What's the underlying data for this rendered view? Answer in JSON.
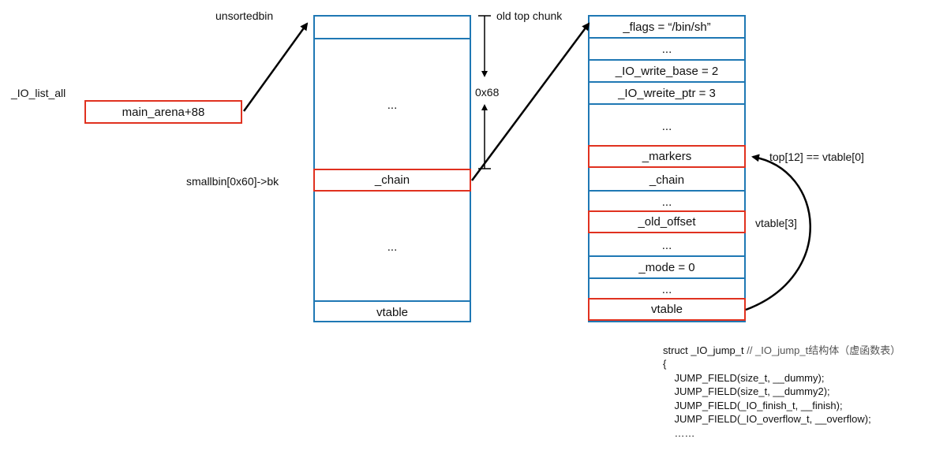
{
  "labels": {
    "unsortedbin": "unsortedbin",
    "io_list_all": "_IO_list_all",
    "smallbin": "smallbin[0x60]->bk",
    "old_top_chunk": "old top chunk",
    "size_0x68": "0x68",
    "top_vtable": "top[12] == vtable[0]",
    "vtable3": "vtable[3]"
  },
  "list_all_box": {
    "label": "main_arena+88"
  },
  "chunk": {
    "top_cell": "",
    "middle_dots": "...",
    "chain": "_chain",
    "lower_dots": "...",
    "vtable": "vtable"
  },
  "file_struct": {
    "rows": [
      {
        "label": "_flags = “/bin/sh”",
        "highlight": false
      },
      {
        "label": "...",
        "highlight": false
      },
      {
        "label": "_IO_write_base = 2",
        "highlight": false
      },
      {
        "label": "_IO_wreite_ptr = 3",
        "highlight": false
      },
      {
        "label": "...",
        "highlight": false
      },
      {
        "label": "_markers",
        "highlight": true
      },
      {
        "label": "_chain",
        "highlight": false
      },
      {
        "label": "...",
        "highlight": false
      },
      {
        "label": "_old_offset",
        "highlight": true
      },
      {
        "label": "...",
        "highlight": false
      },
      {
        "label": "_mode = 0",
        "highlight": false
      },
      {
        "label": "...",
        "highlight": false
      },
      {
        "label": "vtable",
        "highlight": true
      }
    ]
  },
  "code": {
    "line1_main": "struct _IO_jump_t ",
    "line1_comment": "// _IO_jump_t结构体（虚函数表）",
    "line2": "{",
    "line3": "    JUMP_FIELD(size_t, __dummy);",
    "line4": "    JUMP_FIELD(size_t, __dummy2);",
    "line5": "    JUMP_FIELD(_IO_finish_t, __finish);",
    "line6": "    JUMP_FIELD(_IO_overflow_t, __overflow);",
    "line7": "    ……"
  }
}
